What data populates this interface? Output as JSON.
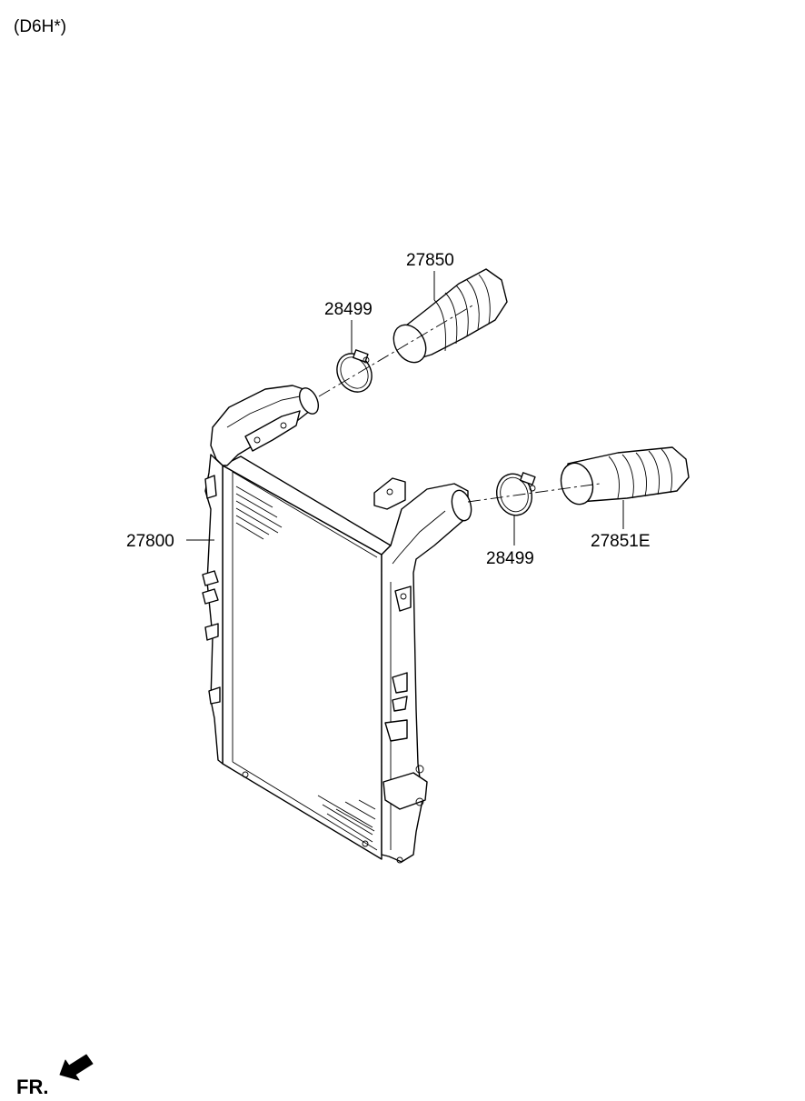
{
  "header": {
    "variant": "(D6H*)"
  },
  "callouts": {
    "hose_upper": "27850",
    "clamp_upper": "28499",
    "intercooler": "27800",
    "clamp_lower": "28499",
    "hose_lower": "27851E"
  },
  "direction_indicator": {
    "label": "FR.",
    "icon": "front-arrow-icon"
  }
}
